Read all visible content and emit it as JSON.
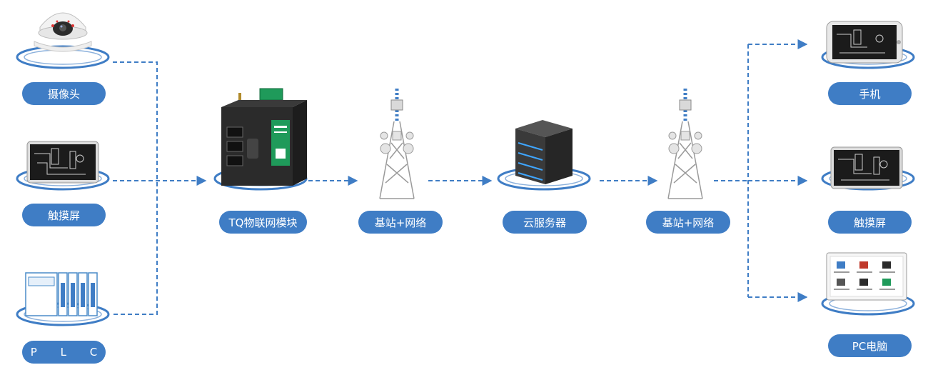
{
  "nodes": {
    "camera": "摄像头",
    "touchscreen_left": "触摸屏",
    "plc": "P L C",
    "tq_module": "TQ物联网模块",
    "base_station_1": "基站+网络",
    "cloud_server": "云服务器",
    "base_station_2": "基站+网络",
    "phone": "手机",
    "touchscreen_right": "触摸屏",
    "pc": "PC电脑"
  },
  "colors": {
    "accent": "#3f7dc5",
    "connector": "#3f7dc5",
    "device_dark": "#2b2b2b",
    "module_green": "#1f9a5a"
  },
  "icons": [
    "camera-icon",
    "touchscreen-icon",
    "plc-icon",
    "iot-module-icon",
    "tower-icon",
    "server-icon",
    "phone-icon",
    "pc-icon"
  ]
}
